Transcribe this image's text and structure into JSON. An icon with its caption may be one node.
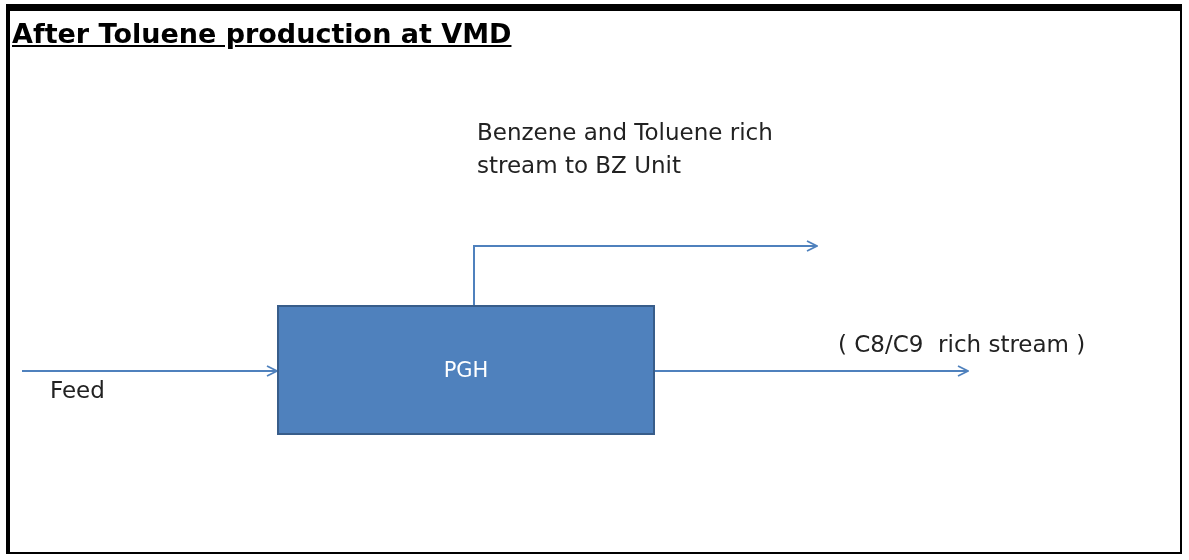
{
  "diagram": {
    "title": "After Toluene production at VMD",
    "nodes": [
      {
        "text": [
          "PGH"
        ]
      },
      {
        "text": [
          "Feed"
        ]
      },
      {
        "text": [
          "Benzene and Toluene rich stream to BZ Unit"
        ]
      },
      {
        "text": [
          "( C8/C9  rich stream )"
        ]
      }
    ],
    "edges": [
      {
        "from": 1,
        "to": 0,
        "arrow": "to"
      },
      {
        "from": 0,
        "to": 2,
        "arrow": "to"
      },
      {
        "from": 0,
        "to": 3,
        "arrow": "to"
      }
    ]
  }
}
